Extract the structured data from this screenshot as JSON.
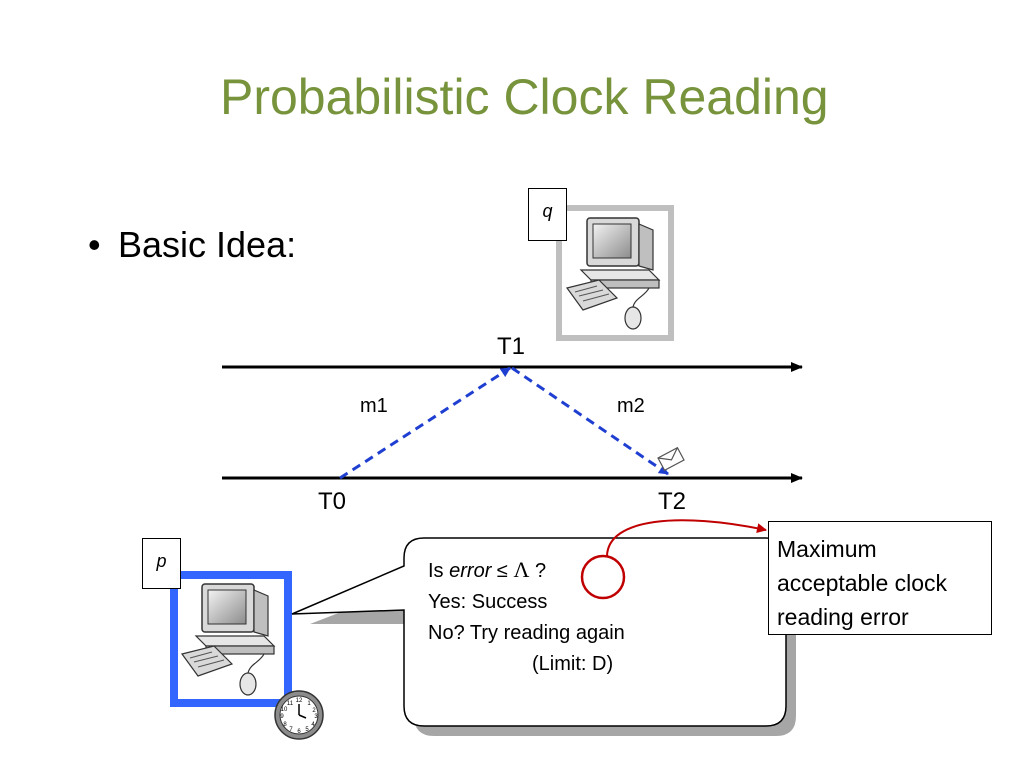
{
  "slide": {
    "title": "Probabilistic Clock Reading",
    "bullet": "Basic Idea:"
  },
  "diagram": {
    "process_q": "q",
    "process_p": "p",
    "events": {
      "t1": "T1",
      "t0": "T0",
      "t2": "T2"
    },
    "messages": {
      "m1": "m1",
      "m2": "m2"
    },
    "bubble": {
      "line1_prefix": "Is ",
      "line1_error": "error",
      "line1_rel": " ≤ ",
      "line1_symbol": "Λ",
      "line1_suffix": " ?",
      "line2": "Yes: Success",
      "line3": "No? Try reading again",
      "line4": "(Limit: D)"
    },
    "note": {
      "line1": "Maximum",
      "line2": "acceptable clock",
      "line3": "reading error"
    }
  },
  "colors": {
    "title": "#77933c",
    "message_line": "#1f3fd1",
    "frame_p": "#3366ff",
    "frame_q": "#bfbfbf",
    "pointer": "#c00000"
  }
}
